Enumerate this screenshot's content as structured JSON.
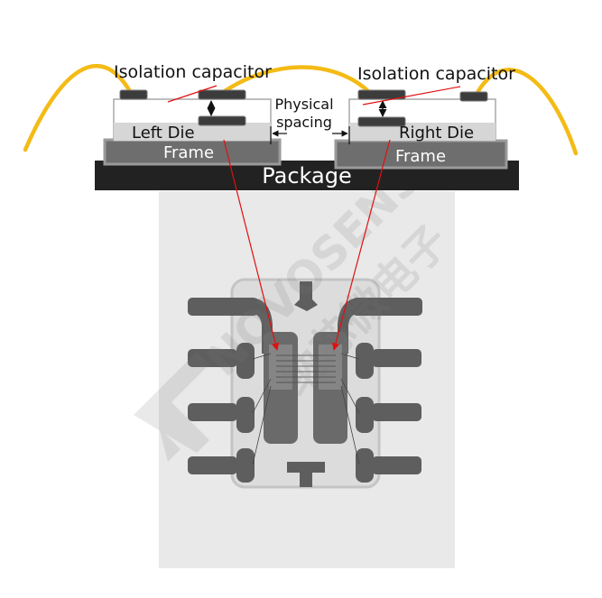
{
  "labels": {
    "isolation_capacitor_left": "Isolation capacitor",
    "isolation_capacitor_right": "Isolation capacitor",
    "physical_spacing_line1": "Physical",
    "physical_spacing_line2": "spacing",
    "left_die": "Left Die",
    "right_die": "Right Die",
    "frame_left": "Frame",
    "frame_right": "Frame",
    "package": "Package"
  },
  "watermark": {
    "latin": "NOVOSENSE",
    "cjk": "纳芯微电子"
  },
  "colors": {
    "bond_wire": "#f4bb16",
    "package": "#222222",
    "frame": "#6e6e6e",
    "frame_border": "#9a9a9a",
    "die": "#d6d6d6",
    "capacitor_plate": "#3c3c3c",
    "pointer_line": "#e01010",
    "xray_background": "#e9e9e9",
    "xray_lead": "#5e5e5e"
  }
}
